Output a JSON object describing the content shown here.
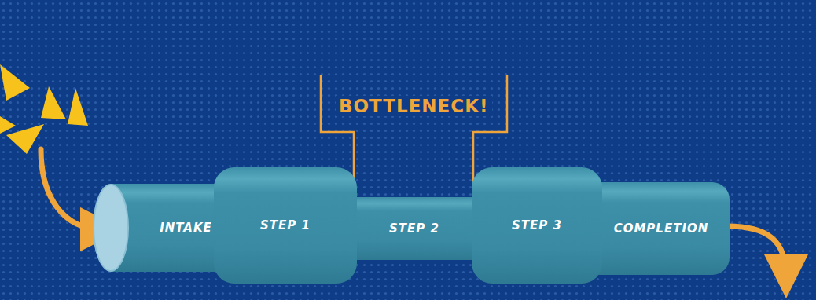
{
  "diagram": {
    "nodes": [
      {
        "text": [
          "INTAKE"
        ]
      },
      {
        "text": [
          "STEP 1"
        ]
      },
      {
        "text": [
          "STEP 2"
        ]
      },
      {
        "text": [
          "STEP 3"
        ]
      },
      {
        "text": [
          "COMPLETION"
        ]
      }
    ],
    "labels": [
      "BOTTLENECK!"
    ]
  }
}
